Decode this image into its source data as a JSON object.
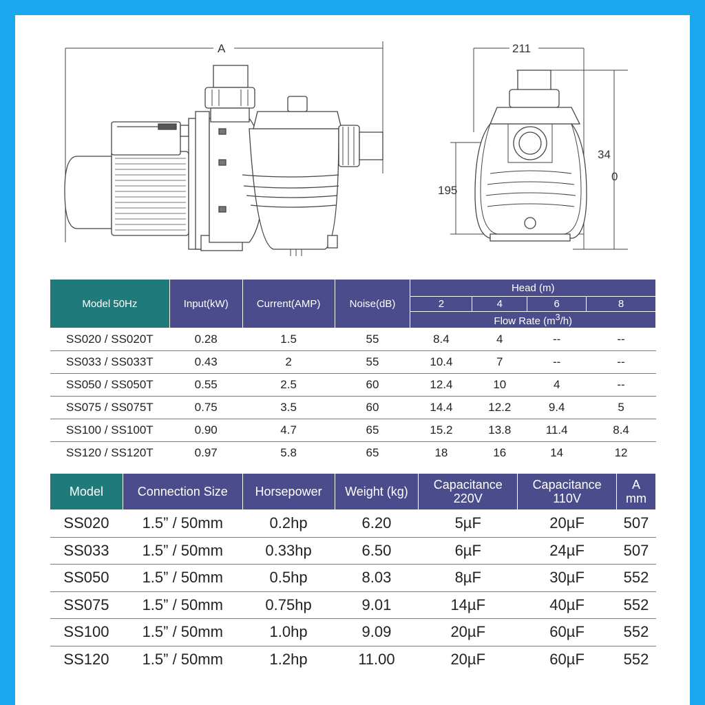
{
  "drawing": {
    "dim_a": "A",
    "dim_211": "211",
    "dim_195": "195",
    "dim_34": "34",
    "dim_0": "0"
  },
  "table1": {
    "headers": {
      "model": "Model 50Hz",
      "input": "Input(kW)",
      "current": "Current(AMP)",
      "noise": "Noise(dB)",
      "head": "Head (m)",
      "head_values": [
        "2",
        "4",
        "6",
        "8"
      ],
      "flow_rate_prefix": "Flow Rate (m",
      "flow_rate_sup": "3",
      "flow_rate_suffix": "/h)"
    },
    "rows": [
      {
        "model": "SS020 / SS020T",
        "input": "0.28",
        "current": "1.5",
        "noise": "55",
        "flow": [
          "8.4",
          "4",
          "--",
          "--"
        ]
      },
      {
        "model": "SS033 / SS033T",
        "input": "0.43",
        "current": "2",
        "noise": "55",
        "flow": [
          "10.4",
          "7",
          "--",
          "--"
        ]
      },
      {
        "model": "SS050 / SS050T",
        "input": "0.55",
        "current": "2.5",
        "noise": "60",
        "flow": [
          "12.4",
          "10",
          "4",
          "--"
        ]
      },
      {
        "model": "SS075 / SS075T",
        "input": "0.75",
        "current": "3.5",
        "noise": "60",
        "flow": [
          "14.4",
          "12.2",
          "9.4",
          "5"
        ]
      },
      {
        "model": "SS100 / SS100T",
        "input": "0.90",
        "current": "4.7",
        "noise": "65",
        "flow": [
          "15.2",
          "13.8",
          "11.4",
          "8.4"
        ]
      },
      {
        "model": "SS120 / SS120T",
        "input": "0.97",
        "current": "5.8",
        "noise": "65",
        "flow": [
          "18",
          "16",
          "14",
          "12"
        ]
      }
    ]
  },
  "table2": {
    "headers": {
      "model": "Model",
      "connection": "Connection Size",
      "horsepower": "Horsepower",
      "weight": "Weight (kg)",
      "cap220_line1": "Capacitance",
      "cap220_line2": "220V",
      "cap110_line1": "Capacitance",
      "cap110_line2": "110V",
      "a_line1": "A",
      "a_line2": "mm"
    },
    "rows": [
      {
        "model": "SS020",
        "connection": "1.5” / 50mm",
        "horsepower": "0.2hp",
        "weight": "6.20",
        "cap220": "5µF",
        "cap110": "20µF",
        "a": "507"
      },
      {
        "model": "SS033",
        "connection": "1.5” / 50mm",
        "horsepower": "0.33hp",
        "weight": "6.50",
        "cap220": "6µF",
        "cap110": "24µF",
        "a": "507"
      },
      {
        "model": "SS050",
        "connection": "1.5” / 50mm",
        "horsepower": "0.5hp",
        "weight": "8.03",
        "cap220": "8µF",
        "cap110": "30µF",
        "a": "552"
      },
      {
        "model": "SS075",
        "connection": "1.5” / 50mm",
        "horsepower": "0.75hp",
        "weight": "9.01",
        "cap220": "14µF",
        "cap110": "40µF",
        "a": "552"
      },
      {
        "model": "SS100",
        "connection": "1.5” / 50mm",
        "horsepower": "1.0hp",
        "weight": "9.09",
        "cap220": "20µF",
        "cap110": "60µF",
        "a": "552"
      },
      {
        "model": "SS120",
        "connection": "1.5” / 50mm",
        "horsepower": "1.2hp",
        "weight": "11.00",
        "cap220": "20µF",
        "cap110": "60µF",
        "a": "552"
      }
    ]
  }
}
